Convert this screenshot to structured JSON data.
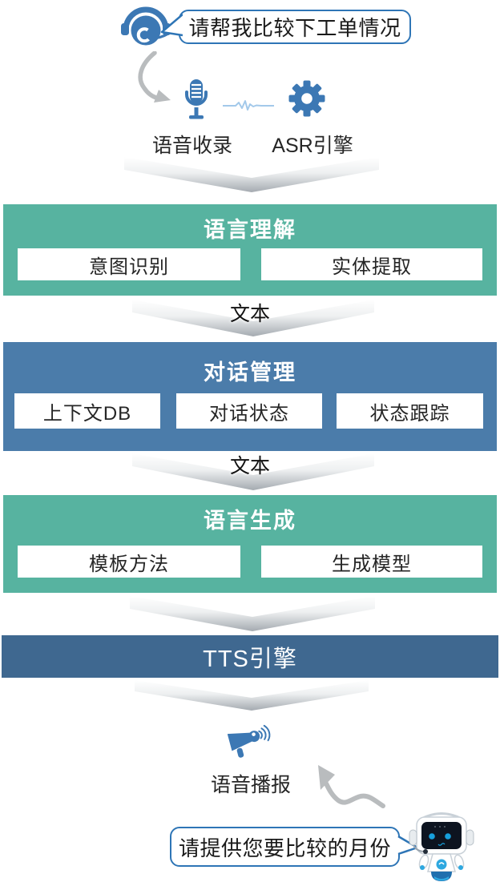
{
  "palette": {
    "teal": "#57b3a0",
    "blue": "#4b7caa",
    "tts_blue": "#3f6890",
    "bubble_border": "#2e75b6",
    "icon_blue": "#3c78b4",
    "wave_blue": "#a3c9ea",
    "arrow_gray": "#b9bcbe"
  },
  "top": {
    "user_bubble": "请帮我比较下工单情况",
    "voice_capture_label": "语音收录",
    "asr_label": "ASR引擎"
  },
  "flow": {
    "blocks": [
      {
        "title": "语言理解",
        "items": [
          "意图识别",
          "实体提取"
        ]
      },
      {
        "title": "对话管理",
        "items": [
          "上下文DB",
          "对话状态",
          "状态跟踪"
        ]
      },
      {
        "title": "语言生成",
        "items": [
          "模板方法",
          "生成模型"
        ]
      }
    ],
    "arrow_labels": [
      "文本",
      "文本"
    ],
    "tts_bar": "TTS引擎"
  },
  "bottom": {
    "broadcast_label": "语音播报",
    "bot_bubble": "请提供您要比较的月份"
  },
  "icons": {
    "headset": "headset-icon",
    "microphone": "microphone-icon",
    "waveform": "waveform-icon",
    "gear": "gear-icon",
    "megaphone": "megaphone-icon",
    "robot": "robot-icon"
  }
}
